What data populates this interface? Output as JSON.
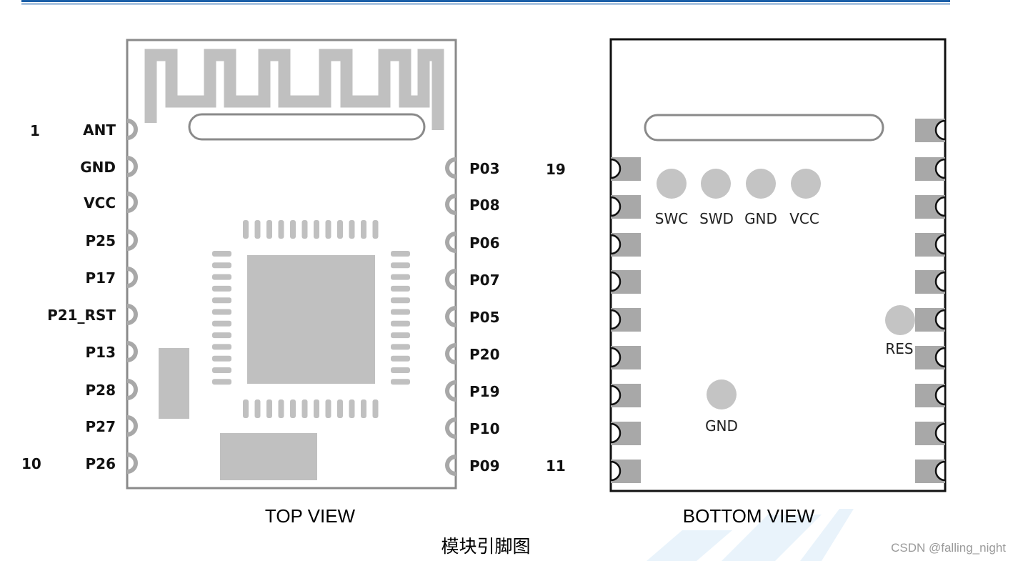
{
  "top_view": {
    "caption": "TOP VIEW",
    "left_pins": [
      "ANT",
      "GND",
      "VCC",
      "P25",
      "P17",
      "P21_RST",
      "P13",
      "P28",
      "P27",
      "P26"
    ],
    "right_pins": [
      "P03",
      "P08",
      "P06",
      "P07",
      "P05",
      "P20",
      "P19",
      "P10",
      "P09"
    ],
    "first_pin_number": "1",
    "last_left_pin_number": "10"
  },
  "bottom_view": {
    "caption": "BOTTOM VIEW",
    "top_pin_number": "19",
    "bottom_pin_number": "11",
    "test_pads": [
      "SWC",
      "SWD",
      "GND",
      "VCC"
    ],
    "res_pad": "RES",
    "gnd_pad": "GND"
  },
  "figure_caption": "模块引脚图",
  "watermark": "CSDN @falling_night",
  "colors": {
    "header_line": "#1a5fa8",
    "pad_gray": "#a8a8a8",
    "silk_gray": "#c0c0c0",
    "outline_gray": "#8a8a8a",
    "bg_watermark_blue": "#e9f3fb"
  }
}
